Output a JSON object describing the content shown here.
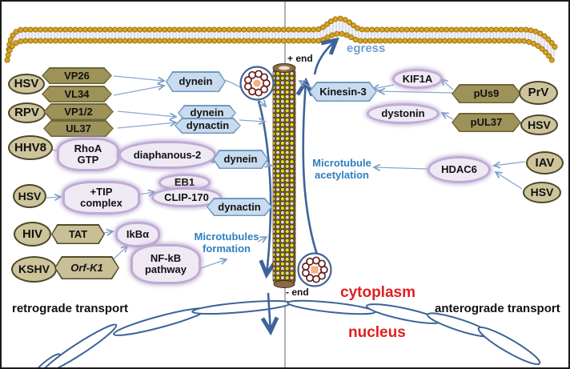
{
  "colors": {
    "virus_fill": "#cec49b",
    "viral_protein_fill": "#9d9359",
    "motor_fill": "#c9dbee",
    "host_factor_fill": "#efe9f4",
    "host_factor_border": "#c0abd4",
    "arrow_blue": "#3d6399",
    "process_text_blue": "#2e7fc0",
    "compartment_text_red": "#e01f1f",
    "membrane_gold": "#dca41e",
    "microtubule_yellow": "#e2e402"
  },
  "compartments": {
    "cytoplasm": "cytoplasm",
    "nucleus": "nucleus"
  },
  "transport": {
    "retrograde": "retrograde transport",
    "anterograde": "anterograde transport"
  },
  "microtubule": {
    "plus_end": "+ end",
    "minus_end": "- end"
  },
  "processes": {
    "egress": "egress",
    "acetylation": "Microtubule acetylation",
    "formation": "Microtubules formation"
  },
  "viruses": {
    "hsv_capsid": "HSV",
    "rpv": "RPV",
    "hhv8": "HHV8",
    "hsv_tip": "HSV",
    "hiv": "HIV",
    "kshv": "KSHV",
    "prv": "PrV",
    "hsv_pul37": "HSV",
    "iav": "IAV",
    "hsv_hdac6": "HSV"
  },
  "viral_proteins": {
    "vp26": "VP26",
    "vl34": "VL34",
    "vp1_2": "VP1/2",
    "ul37": "UL37",
    "tat": "TAT",
    "orf_k1": "Orf-K1",
    "pus9": "pUs9",
    "pul37": "pUL37"
  },
  "motors": {
    "dynein_1": "dynein",
    "dynein_2": "dynein",
    "dynactin_2": "dynactin",
    "dynein_3": "dynein",
    "dynactin_3": "dynactin",
    "kinesin3": "Kinesin-3"
  },
  "host_factors": {
    "rhoa_gtp": "RhoA GTP",
    "diaphanous2": "diaphanous-2",
    "tip_complex": "+TIP complex",
    "eb1": "EB1",
    "clip170": "CLIP-170",
    "ikba": "IkBα",
    "nfkb": "NF-kB pathway",
    "kif1a": "KIF1A",
    "dystonin": "dystonin",
    "hdac6": "HDAC6"
  }
}
